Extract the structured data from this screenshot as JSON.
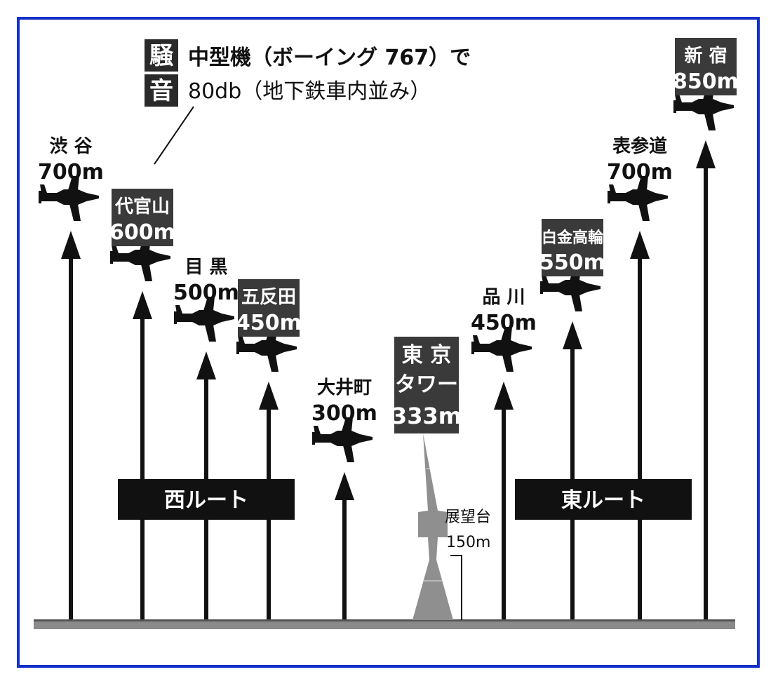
{
  "noise": {
    "tag": [
      "騒",
      "音"
    ],
    "line1": "中型機（ボーイング 767）で",
    "line2": "80db（地下鉄車内並み）"
  },
  "routes": {
    "west": "西ルート",
    "east": "東ルート"
  },
  "tower": {
    "lines": [
      "東 京",
      "タワー",
      "333m"
    ],
    "deck_label": "展望台",
    "deck_height": "150m",
    "height_m": 333,
    "deck_m": 150
  },
  "points": [
    {
      "id": "shibuya",
      "name": "渋 谷",
      "alt": "700m",
      "alt_m": 700,
      "route": "west",
      "boxed": false
    },
    {
      "id": "daikanyama",
      "name": "代官山",
      "alt": "600m",
      "alt_m": 600,
      "route": "west",
      "boxed": true
    },
    {
      "id": "meguro",
      "name": "目 黒",
      "alt": "500m",
      "alt_m": 500,
      "route": "west",
      "boxed": false
    },
    {
      "id": "gotanda",
      "name": "五反田",
      "alt": "450m",
      "alt_m": 450,
      "route": "west",
      "boxed": true
    },
    {
      "id": "oimachi",
      "name": "大井町",
      "alt": "300m",
      "alt_m": 300,
      "route": "west",
      "boxed": false
    },
    {
      "id": "shinagawa",
      "name": "品 川",
      "alt": "450m",
      "alt_m": 450,
      "route": "east",
      "boxed": false
    },
    {
      "id": "shirokanetakanawa",
      "name": "白金高輪",
      "alt": "550m",
      "alt_m": 550,
      "route": "east",
      "boxed": true
    },
    {
      "id": "omotesando",
      "name": "表参道",
      "alt": "700m",
      "alt_m": 700,
      "route": "east",
      "boxed": false
    },
    {
      "id": "shinjuku",
      "name": "新 宿",
      "alt": "850m",
      "alt_m": 850,
      "route": "east",
      "boxed": true
    }
  ],
  "colors": {
    "border": "#1530c8",
    "ink": "#111111",
    "ground": "#8a8a8a"
  }
}
